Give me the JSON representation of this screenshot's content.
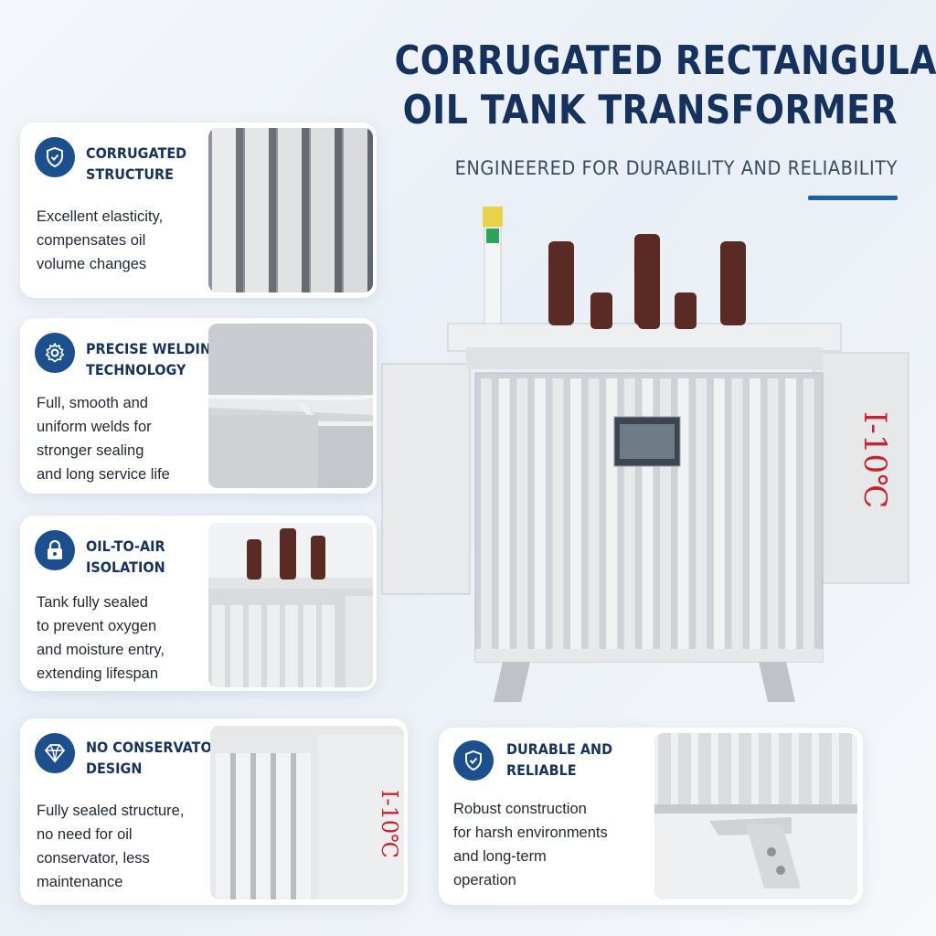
{
  "header": {
    "title_line1": "CORRUGATED RECTANGULAR",
    "title_line2": "OIL TANK TRANSFORMER",
    "subtitle": "ENGINEERED FOR DURABILITY AND RELIABILITY"
  },
  "features": [
    {
      "icon": "shield-check-icon",
      "title_line1": "CORRUGATED",
      "title_line2": "STRUCTURE",
      "text": [
        "Excellent elasticity,",
        "compensates oil",
        "volume changes"
      ]
    },
    {
      "icon": "gear-icon",
      "title_line1": "PRECISE WELDING",
      "title_line2": "TECHNOLOGY",
      "text": [
        "Full, smooth and",
        "uniform welds for",
        "stronger sealing",
        "and long service life"
      ]
    },
    {
      "icon": "lock-icon",
      "title_line1": "OIL-TO-AIR",
      "title_line2": "ISOLATION",
      "text": [
        "Tank fully sealed",
        "to prevent oxygen",
        "and moisture entry,",
        "extending lifespan"
      ]
    },
    {
      "icon": "diamond-icon",
      "title_line1": "NO CONSERVATOR",
      "title_line2": "DESIGN",
      "text": [
        "Fully sealed structure,",
        "no need for oil",
        "conservator, less",
        "maintenance"
      ]
    },
    {
      "icon": "shield-check-icon",
      "title_line1": "DURABLE AND",
      "title_line2": "RELIABLE",
      "text": [
        "Robust construction",
        "for harsh environments",
        "and long-term",
        "operation"
      ]
    }
  ],
  "tank_marking": "I-10℃",
  "colors": {
    "title": "#15325f",
    "accent": "#1d5ea8",
    "icon_bg": "#1b4f8e",
    "tank": "#e4e6e8",
    "bushing": "#5a2a25",
    "marking": "#c8232c"
  }
}
